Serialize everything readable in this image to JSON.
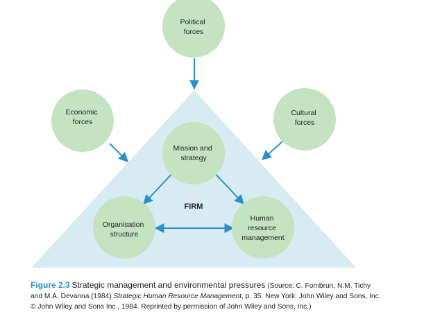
{
  "diagram": {
    "nodes": {
      "political": [
        "Political",
        "forces"
      ],
      "economic": [
        "Economic",
        "forces"
      ],
      "cultural": [
        "Cultural",
        "forces"
      ],
      "mission": [
        "Mission and",
        "strategy"
      ],
      "organisation": [
        "Organisation",
        "structure"
      ],
      "hrm": [
        "Human",
        "resource",
        "management"
      ]
    },
    "center_label": "FIRM",
    "colors": {
      "triangle_fill": "#d7ecf2",
      "circle_fill": "#c4e3c1",
      "arrow": "#2a8fd0"
    }
  },
  "caption": {
    "label": "Figure 2.3",
    "title": "Strategic management and environmental pressures",
    "source_line_1a": "(Source: C. Fombrun, N.M. Tichy",
    "source_line_2a": "and M.A. Devanna (1984) ",
    "source_book": "Strategic Human Resource Management",
    "source_line_2b": ", p. 35. New York: John Wiley and Sons, Inc.",
    "source_line_3": "© John Wiley and Sons Inc., 1984. Reprinted by permission of John Wiley and Sons, Inc.)"
  }
}
